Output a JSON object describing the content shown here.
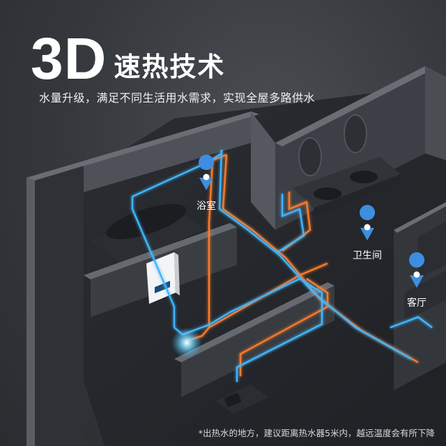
{
  "headline": {
    "big": "3D",
    "title": "速热技术"
  },
  "subtitle": "水量升级，满足不同生活用水需求，实现全屋多路供水",
  "locations": [
    {
      "label": "浴室"
    },
    {
      "label": "卫生间"
    },
    {
      "label": "客厅"
    }
  ],
  "footnote": "*出热水的地方，建议距离热水器5米内，越远温度会有所下降",
  "colors": {
    "pipe_hot": "#ff7a2a",
    "pipe_cold": "#3fb6ff",
    "pin": "#3d8ee0"
  },
  "icons": {
    "pin": "location-pin-icon"
  }
}
